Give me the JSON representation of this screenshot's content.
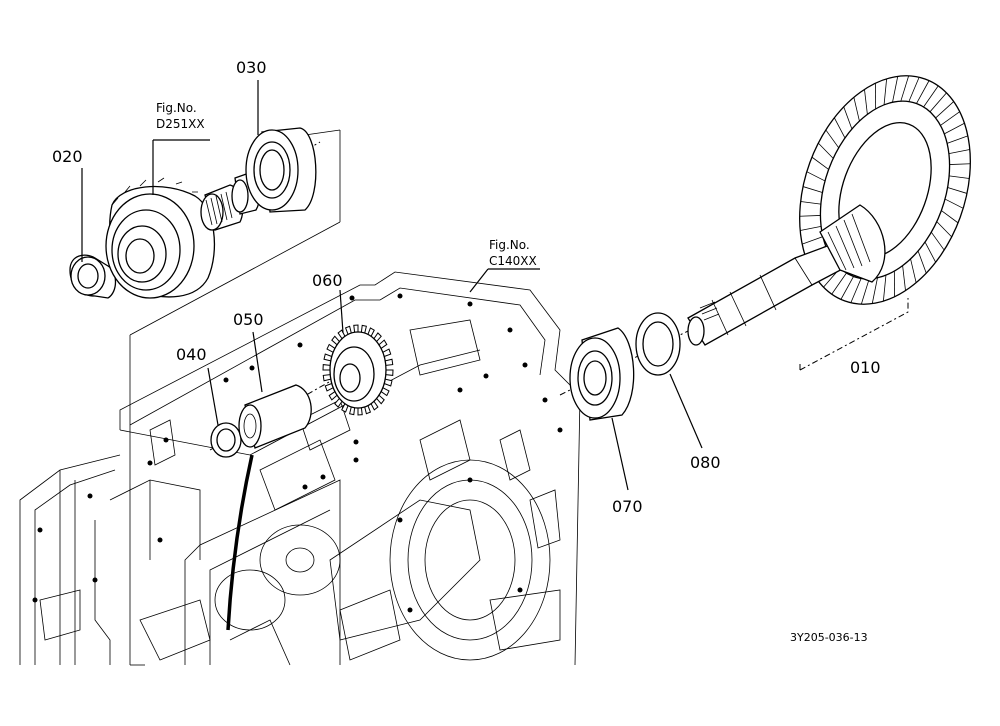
{
  "labels": {
    "p010": "010",
    "p020": "020",
    "p030": "030",
    "p040": "040",
    "p050": "050",
    "p060": "060",
    "p070": "070",
    "p080": "080"
  },
  "refs": {
    "fig1_title": "Fig.No.",
    "fig1_code": "D251XX",
    "fig2_title": "Fig.No.",
    "fig2_code": "C140XX"
  },
  "drawing_code": "3Y205-036-13",
  "colors": {
    "ink": "#000000",
    "paper": "#ffffff"
  }
}
